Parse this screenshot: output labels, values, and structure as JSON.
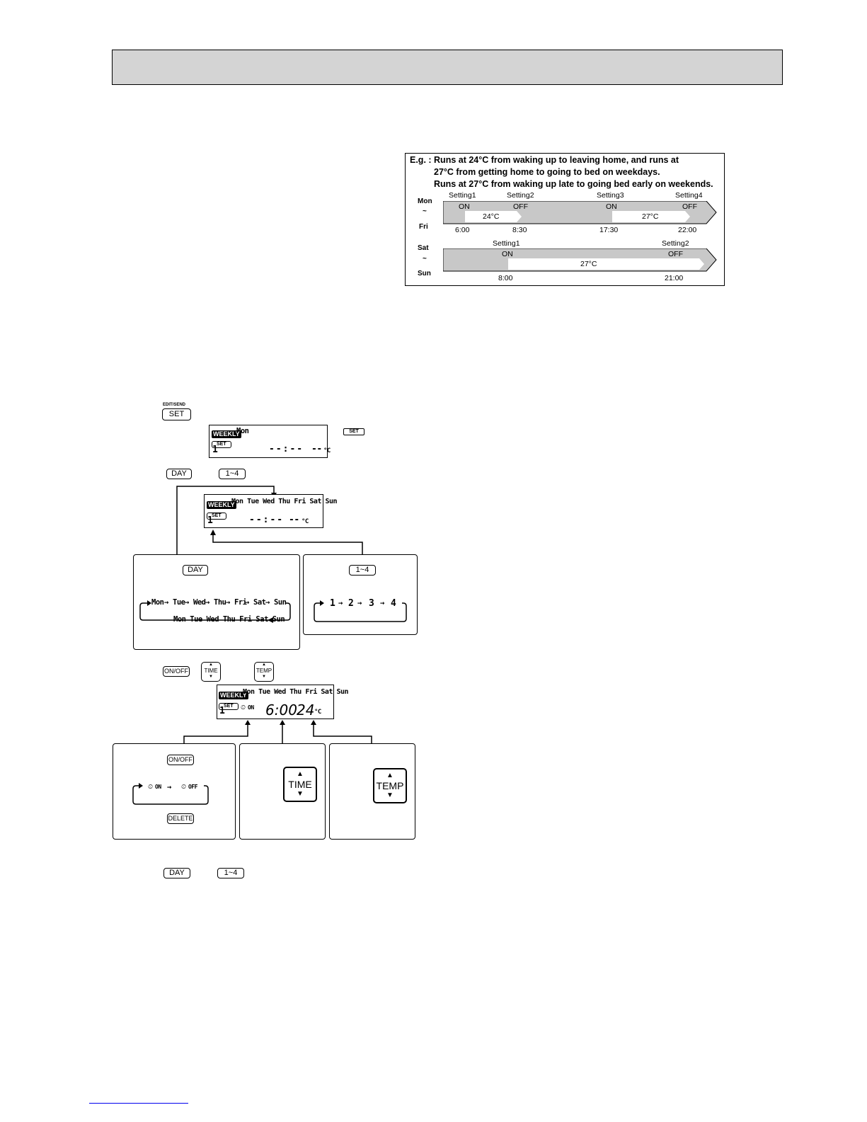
{
  "example": {
    "line1": "E.g. : Runs at 24°C from waking up to leaving home, and runs at",
    "line2": "27°C from getting home to going to bed on weekdays.",
    "line3": "Runs at 27°C from waking up late to going bed early on weekends.",
    "weekday": {
      "day_from": "Mon",
      "tilde": "~",
      "day_to": "Fri",
      "settings": [
        "Setting1",
        "Setting2",
        "Setting3",
        "Setting4"
      ],
      "states": [
        "ON",
        "OFF",
        "ON",
        "OFF"
      ],
      "temps": [
        "24°C",
        "27°C"
      ],
      "times": [
        "6:00",
        "8:30",
        "17:30",
        "22:00"
      ]
    },
    "weekend": {
      "day_from": "Sat",
      "tilde": "~",
      "day_to": "Sun",
      "settings": [
        "Setting1",
        "Setting2"
      ],
      "states": [
        "ON",
        "OFF"
      ],
      "temp": "27°C",
      "times": [
        "8:00",
        "21:00"
      ]
    }
  },
  "step1": {
    "set_key_top": "EDIT/SEND",
    "set_key": "SET",
    "lcd": {
      "weekly": "WEEKLY",
      "day": "Mon",
      "set": "SET",
      "num": "1",
      "time": "--:--",
      "temp": "--",
      "unit": "°C"
    },
    "small_set": "SET"
  },
  "step2": {
    "day_key": "DAY",
    "num_key": "1~4",
    "lcd": {
      "weekly": "WEEKLY",
      "days": "Mon Tue Wed Thu Fri Sat Sun",
      "set": "SET",
      "num": "1",
      "time": "--:--",
      "temp": "--",
      "unit": "°C"
    },
    "day_box": {
      "key": "DAY",
      "cycle": [
        "Mon",
        "Tue",
        "Wed",
        "Thu",
        "Fri",
        "Sat",
        "Sun"
      ],
      "all": "Mon Tue Wed Thu Fri Sat Sun"
    },
    "num_box": {
      "key": "1~4",
      "cycle": [
        "1",
        "2",
        "3",
        "4"
      ]
    }
  },
  "step3": {
    "onoff_key": "ON/OFF",
    "time_key": "TIME",
    "temp_key": "TEMP",
    "lcd": {
      "weekly": "WEEKLY",
      "days": "Mon Tue Wed Thu Fri Sat Sun",
      "set": "SET",
      "num": "1",
      "on": "ON",
      "time": "6:00",
      "temp": "24",
      "unit": "°C"
    },
    "onoff_box": {
      "key": "ON/OFF",
      "on": "ON",
      "off": "OFF",
      "delete": "DELETE"
    },
    "time_box": {
      "key": "TIME"
    },
    "temp_box": {
      "key": "TEMP"
    }
  },
  "step4": {
    "day_key": "DAY",
    "num_key": "1~4"
  }
}
